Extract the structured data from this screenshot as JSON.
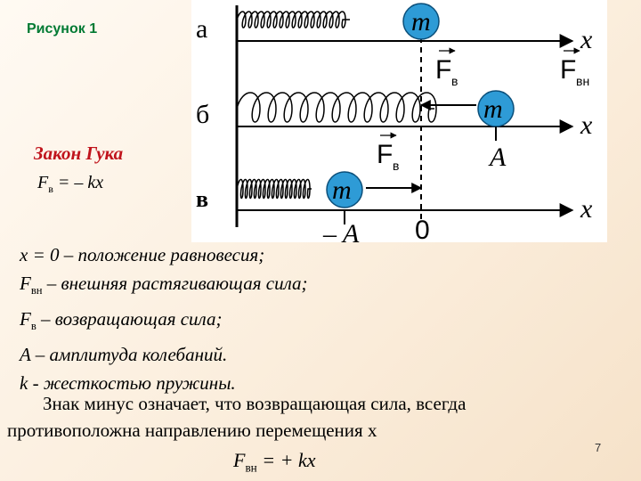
{
  "figure_label": "Рисунок 1",
  "law": {
    "title": "Закон Гука",
    "formula_main": "F",
    "formula_sub": "в",
    "formula_rest": " = – kx"
  },
  "diagram": {
    "row_labels": [
      "а",
      "б",
      "в"
    ],
    "mass_label": "m",
    "axis_label": "x",
    "force_restoring_main": "F",
    "force_restoring_sub": "в",
    "force_external_main": "F",
    "force_external_sub": "вн",
    "amplitude_label": "A",
    "neg_amplitude_label": "– A",
    "zero_label": "0",
    "ball_color": "#2e9bd6",
    "arrow_color": "#000000"
  },
  "legend": [
    {
      "main": "x = 0 – положение равновесия;",
      "sub": ""
    },
    {
      "main": "F",
      "sub": "вн",
      "rest": " – внешняя растягивающая сила;"
    },
    {
      "main": "F",
      "sub": "в",
      "rest": " – возвращающая сила;"
    },
    {
      "main": "A – амплитуда колебаний.",
      "sub": ""
    },
    {
      "main": "k  - жесткостью пружины.",
      "sub": ""
    }
  ],
  "note": {
    "line1": "Знак минус означает, что возвращающая сила, всегда",
    "line2": "противоположна направлению перемещения x"
  },
  "final_formula": {
    "main": "F",
    "sub": "вн",
    "rest": " = + kx"
  },
  "page_number": "7"
}
